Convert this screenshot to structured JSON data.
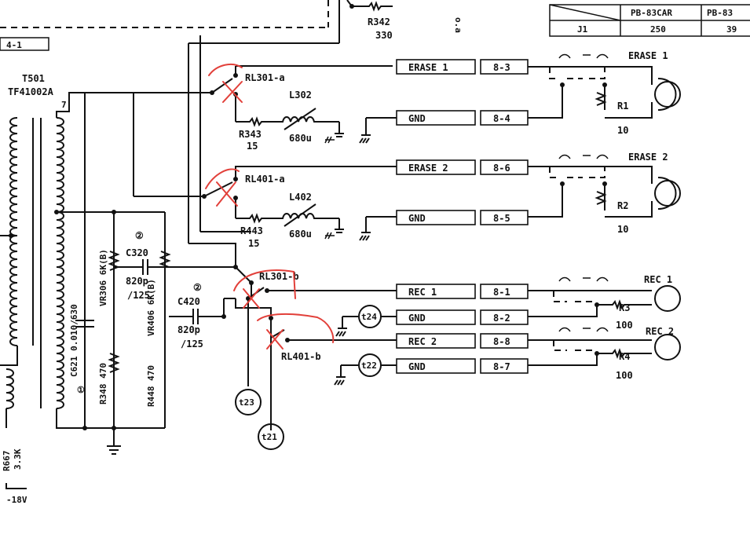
{
  "title_block": {
    "col1": "PB-83CAR",
    "col2": "PB-83",
    "row_label": "J1",
    "val1": "250",
    "val2": "39"
  },
  "top": {
    "r342": "R342",
    "r342_val": "330",
    "edge_char": "o.a"
  },
  "connector_ref": "4-1",
  "transformer": {
    "ref": "T501",
    "part": "TF41002A",
    "pin": "7"
  },
  "relays": {
    "rl301a": "RL301-a",
    "rl401a": "RL401-a",
    "rl301b": "RL301-b",
    "rl401b": "RL401-b"
  },
  "erase1": {
    "r343": "R343",
    "r343_val": "15",
    "l302": "L302",
    "l302_val": "680u",
    "bus_label": "ERASE 1",
    "bus_pin": "8-3",
    "gnd_label": "GND",
    "gnd_pin": "8-4",
    "head_label": "ERASE 1",
    "res": "R1",
    "res_val": "10"
  },
  "erase2": {
    "r443": "R443",
    "r443_val": "15",
    "l402": "L402",
    "l402_val": "680u",
    "bus_label": "ERASE 2",
    "bus_pin": "8-6",
    "gnd_label": "GND",
    "gnd_pin": "8-5",
    "head_label": "ERASE 2",
    "res": "R2",
    "res_val": "10"
  },
  "rec1": {
    "bus_label": "REC 1",
    "bus_pin": "8-1",
    "gnd_label": "GND",
    "gnd_pin": "8-2",
    "head_label": "REC 1",
    "res": "R3",
    "res_val": "100"
  },
  "rec2": {
    "bus_label": "REC 2",
    "bus_pin": "8-8",
    "gnd_label": "GND",
    "gnd_pin": "8-7",
    "head_label": "REC 2",
    "res": "R4",
    "res_val": "100"
  },
  "components": {
    "c320": "C320",
    "c320_val": "820p",
    "c320_v": "/125",
    "c420": "C420",
    "c420_val": "820p",
    "c420_v": "/125",
    "c621": "C621 0.010/630",
    "vr306": "VR306 6K(B)",
    "vr406": "VR406 6K(B)",
    "r348": "R348 470",
    "r448": "R448 470",
    "r667": "R667",
    "r667_val": "3.3K",
    "supply": "-18V",
    "marker1": "②",
    "marker2": "②",
    "marker3": "①"
  },
  "test_points": {
    "t21": "t21",
    "t22": "t22",
    "t23": "t23",
    "t24": "t24"
  },
  "colors": {
    "ink": "#111111",
    "annotation": "#e2403a"
  }
}
